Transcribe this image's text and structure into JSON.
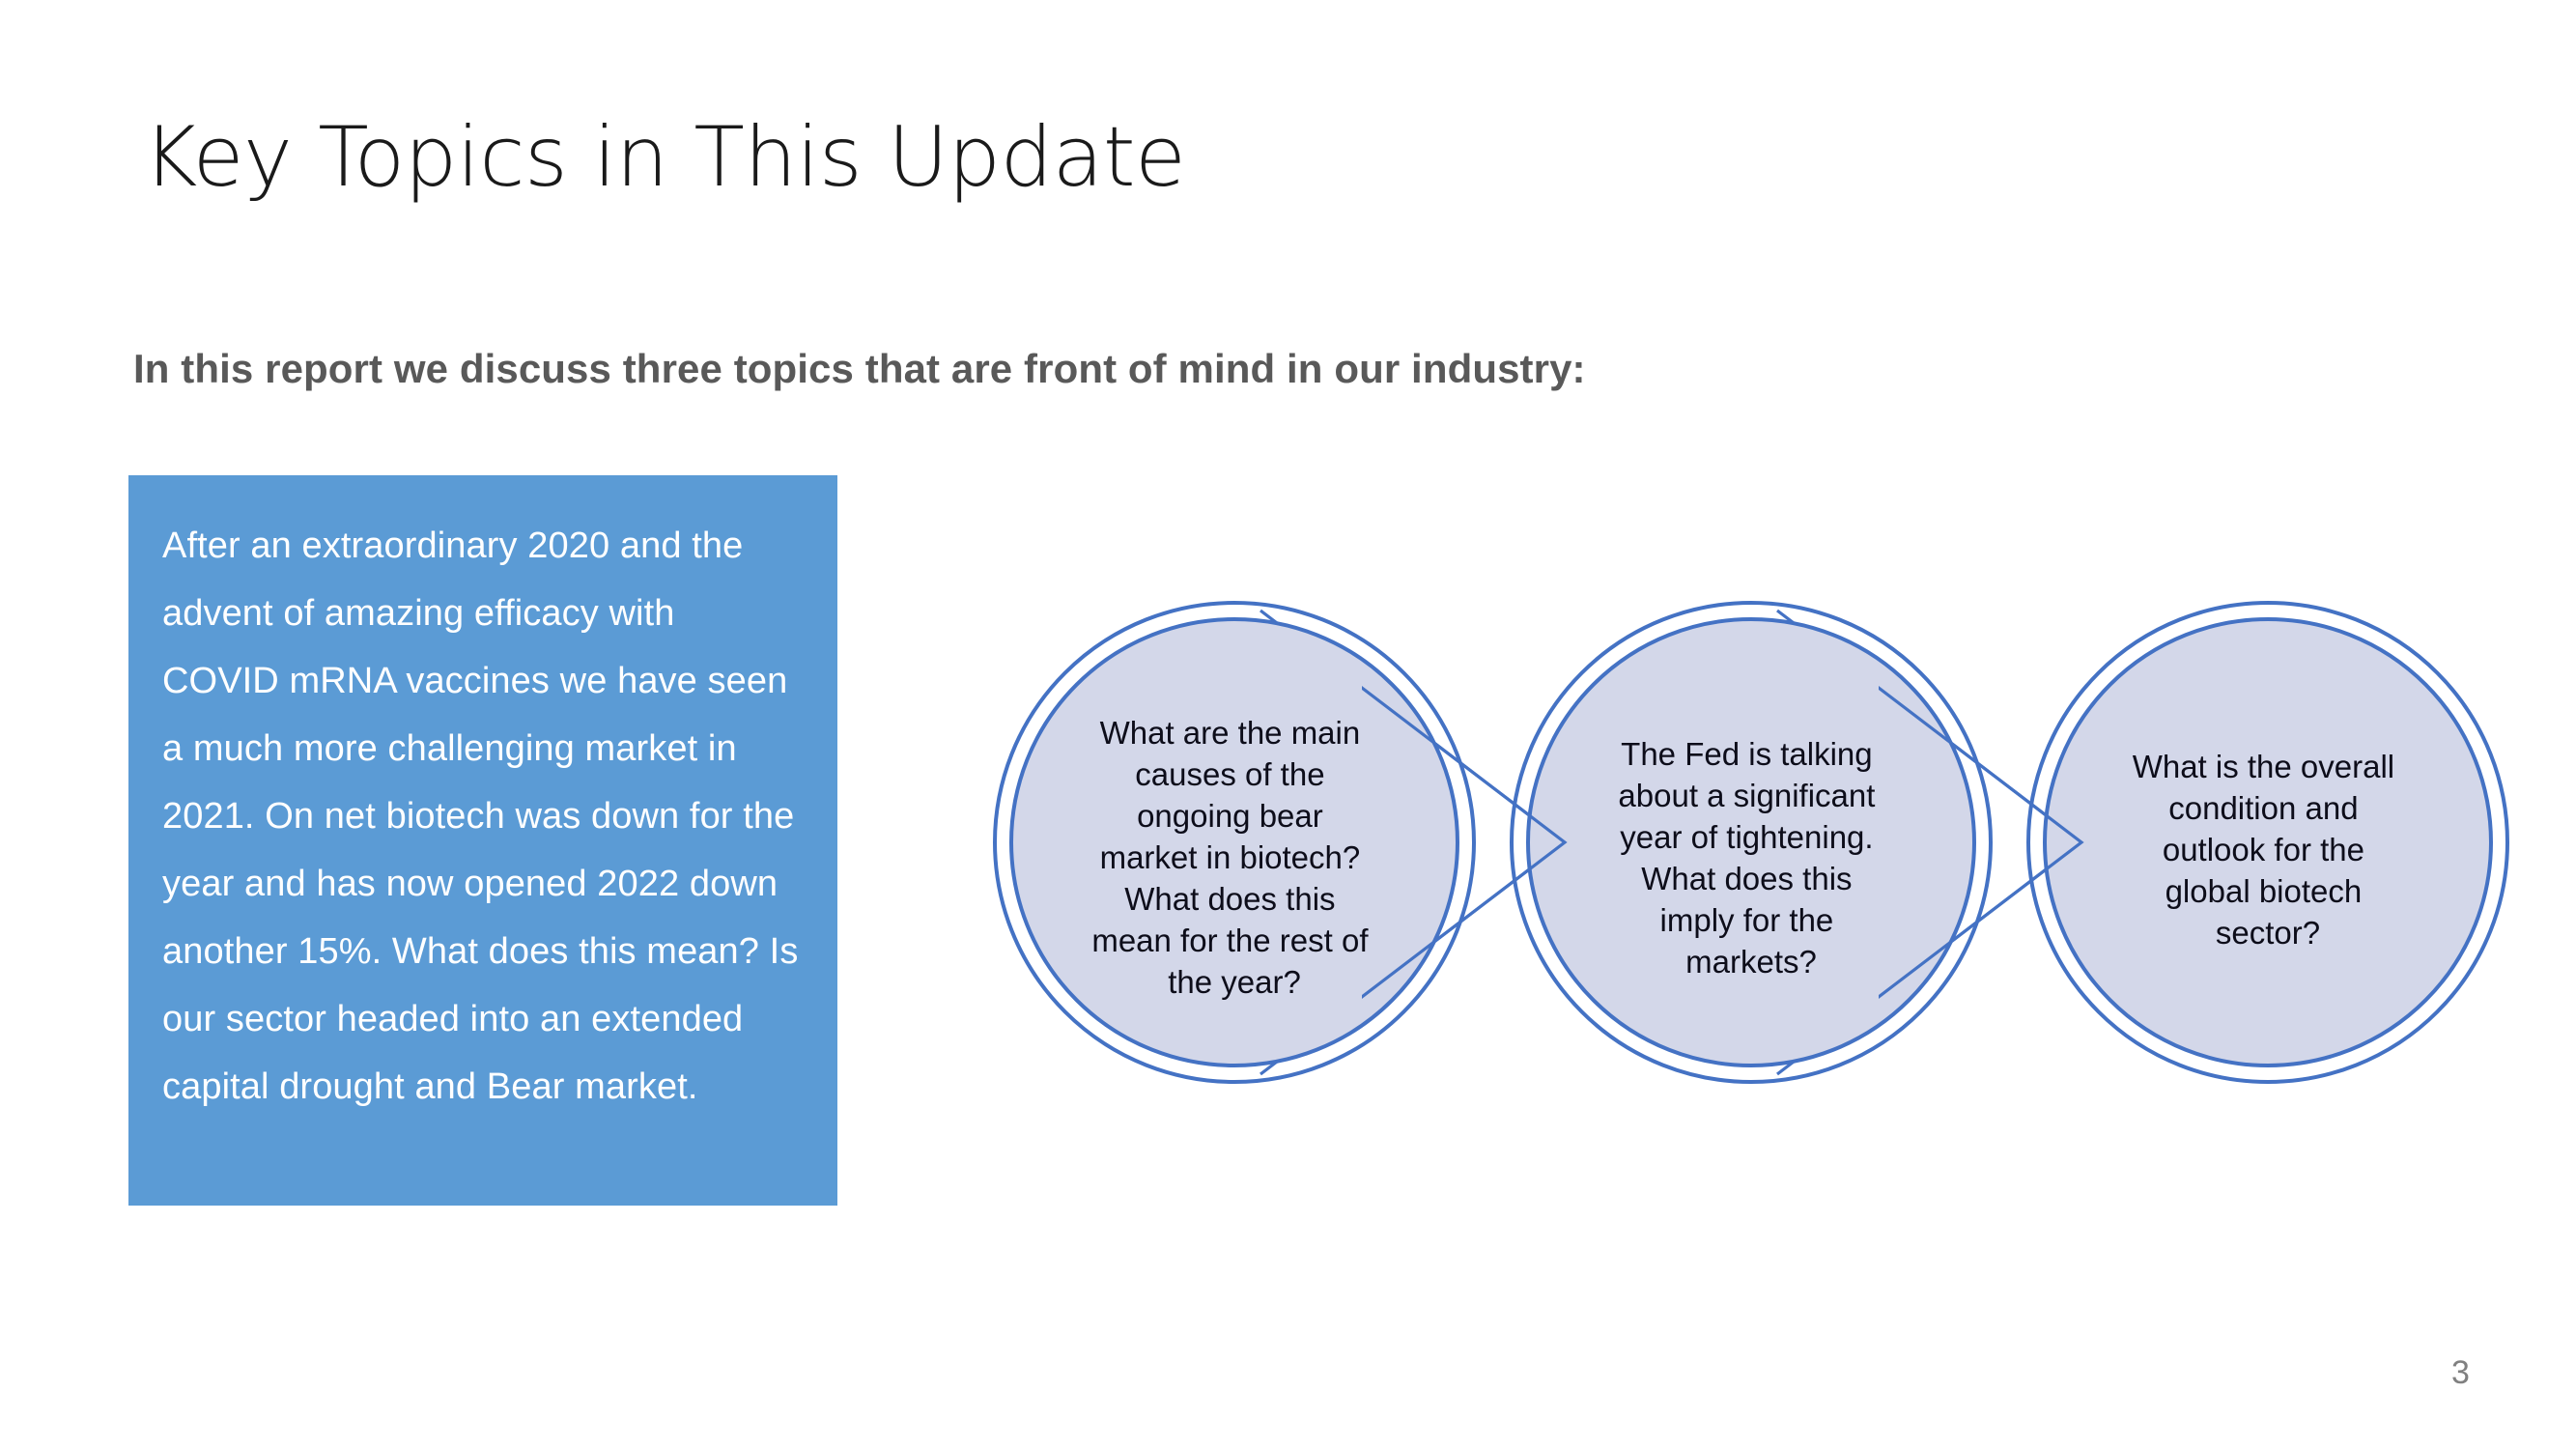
{
  "slide": {
    "title": "Key Topics in This Update",
    "subtitle": "In this report we discuss three topics that are front of mind in our industry:",
    "page_number": "3"
  },
  "callout": {
    "text": "After an extraordinary 2020 and the advent of amazing efficacy with COVID mRNA vaccines we have seen a much more challenging market in 2021. On net biotech was down for the year and has now opened 2022 down another 15%. What does this mean? Is our sector headed into an extended capital drought and Bear market.",
    "background_color": "#5B9BD5",
    "text_color": "#FFFFFF"
  },
  "diagram": {
    "type": "chevron-circle-process",
    "ring_stroke_color": "#4472C4",
    "circle_fill_color": "#D3D7E9",
    "arrow_stroke_color": "#4472C4",
    "circles": [
      {
        "id": "circle-1",
        "lines": [
          "What are the main",
          "causes of the",
          "ongoing bear",
          "market in biotech?",
          "What does this",
          "mean for the rest of",
          "the year?"
        ]
      },
      {
        "id": "circle-2",
        "lines": [
          "The Fed is talking",
          "about a significant",
          "year of tightening.",
          "What does this",
          "imply for the",
          "markets?"
        ]
      },
      {
        "id": "circle-3",
        "lines": [
          "What is the overall",
          "condition and",
          "outlook for the",
          "global biotech",
          "sector?"
        ]
      }
    ]
  }
}
